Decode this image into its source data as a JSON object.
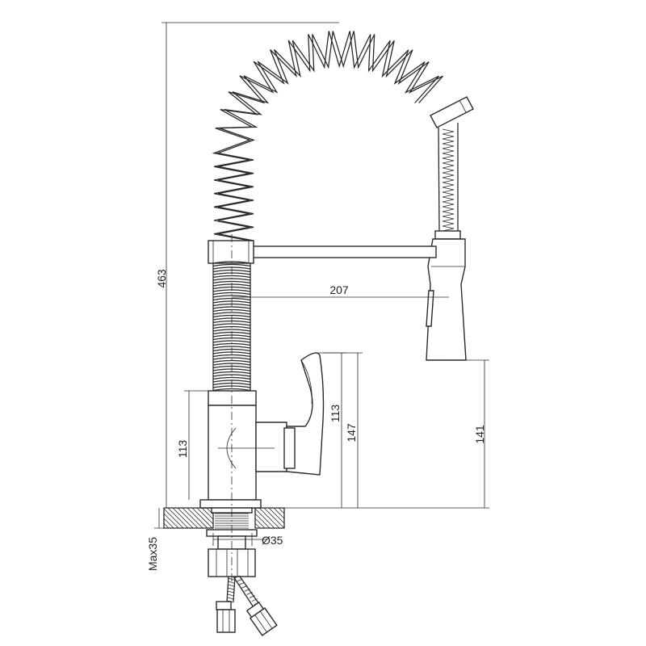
{
  "dimensions": {
    "total_height": "463",
    "spout_reach": "207",
    "lever_height": "113",
    "lever_span": "147",
    "base_height": "113",
    "spray_clearance": "141",
    "hole_diameter": "Ø35",
    "counter_thickness": "Max35"
  },
  "colors": {
    "line": "#2a2a2a",
    "background": "#ffffff"
  },
  "icons": [
    "spring-coil-icon",
    "spray-head-icon",
    "lever-handle-icon",
    "threaded-shank-icon",
    "supply-hose-icon"
  ]
}
